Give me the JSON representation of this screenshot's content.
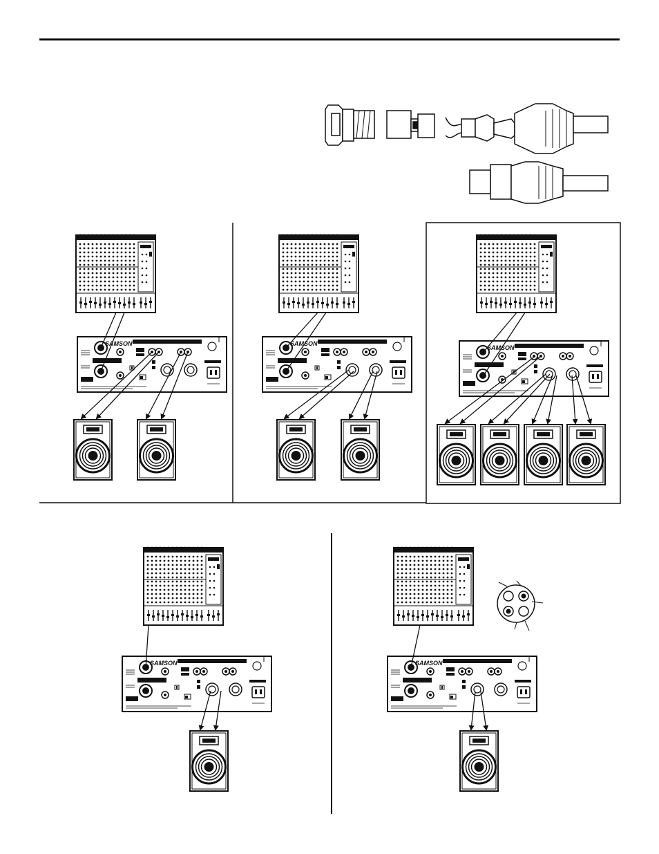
{
  "brand": "SAMSON",
  "page": {
    "background": "#ffffff",
    "ink": "#111111"
  },
  "connectors": {
    "top_row": [
      "speakon-plug-housing",
      "speakon-insert",
      "stripped-cable",
      "speakon-cable-boot"
    ],
    "bottom_row": [
      "speakon-assembled-plug"
    ]
  },
  "setups": [
    {
      "id": "stereo-binding-post",
      "speakers": 2,
      "mixer_links": 2,
      "framed": false
    },
    {
      "id": "stereo-speakon",
      "speakers": 2,
      "mixer_links": 2,
      "framed": false
    },
    {
      "id": "quad-parallel",
      "speakers": 4,
      "mixer_links": 2,
      "framed": true
    },
    {
      "id": "bridged-binding-post",
      "speakers": 1,
      "mixer_links": 1,
      "framed": false
    },
    {
      "id": "bridged-speakon",
      "speakers": 1,
      "mixer_links": 1,
      "framed": false
    }
  ],
  "pin_diagram": {
    "pins": 4
  }
}
